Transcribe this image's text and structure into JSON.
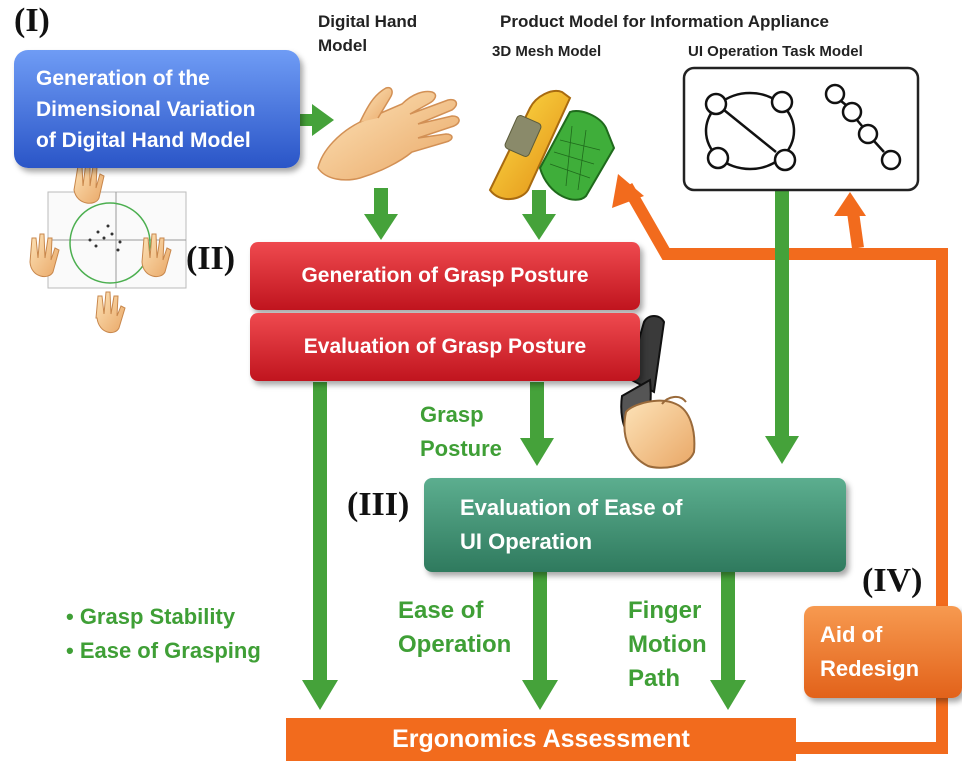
{
  "roman_labels": {
    "i": "(I)",
    "ii": "(II)",
    "iii": "(III)",
    "iv": "(IV)"
  },
  "headers": {
    "digital_hand_line1": "Digital Hand",
    "digital_hand_line2": "Model",
    "product_model": "Product Model for Information Appliance",
    "mesh_model": "3D Mesh Model",
    "ui_task_model": "UI Operation Task Model"
  },
  "boxes": {
    "dimensional_variation": [
      "Generation of the",
      "Dimensional Variation",
      "of Digital Hand Model"
    ],
    "grasp_generation": "Generation of Grasp Posture",
    "grasp_evaluation": "Evaluation of Grasp Posture",
    "ui_evaluation": [
      "Evaluation of Ease of",
      "UI Operation"
    ],
    "aid_redesign": [
      "Aid of",
      "Redesign"
    ],
    "ergonomics": "Ergonomics Assessment"
  },
  "flow_labels": {
    "grasp_posture": [
      "Grasp",
      "Posture"
    ],
    "grasp_metrics": [
      "• Grasp Stability",
      "• Ease of Grasping"
    ],
    "ease_of_operation": [
      "Ease of",
      "Operation"
    ],
    "finger_motion": [
      "Finger",
      "Motion",
      "Path"
    ]
  },
  "colors": {
    "blue_box": "#3d6fe0",
    "red_box": "#d9202a",
    "teal_box": "#3c8f72",
    "orange": "#f26b1d",
    "green_arrow": "#45a23a"
  },
  "icons": [
    "hand-icon",
    "phone-mesh-icon",
    "state-graph-icon",
    "hand-variation-plot-icon",
    "hand-holding-phone-icon"
  ]
}
